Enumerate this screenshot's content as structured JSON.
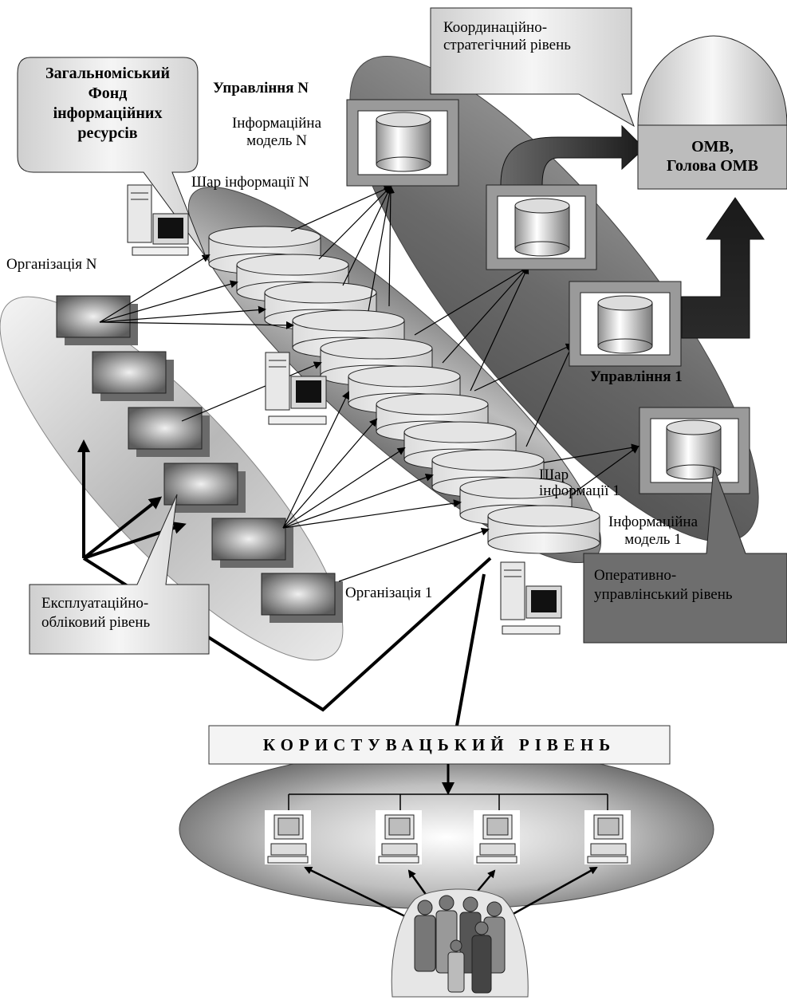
{
  "labels": {
    "general_fund": [
      "Загальноміський",
      "Фонд",
      "інформаційних",
      "ресурсів"
    ],
    "coordination_level": [
      "Координаційно-",
      "стратегічний рівень"
    ],
    "management_n": "Управління N",
    "info_model_n": [
      "Інформаційна",
      "модель N"
    ],
    "info_layer_n": "Шар інформації N",
    "organization_n": "Організація N",
    "omv": [
      "ОМВ,",
      "Голова ОМВ"
    ],
    "management_1": "Управління 1",
    "info_layer_1": [
      "Шар",
      "інформації 1"
    ],
    "info_model_1": [
      "Інформаційна",
      "модель 1"
    ],
    "organization_1": "Організація 1",
    "operational_level": [
      "Оперативно-",
      "управлінський рівень"
    ],
    "exploitation_level": [
      "Експлуатаційно-",
      "обліковий рівень"
    ],
    "user_level": "КОРИСТУВАЦЬКИЙ РІВЕНЬ"
  },
  "icons": [
    "database-cylinder-icon",
    "organization-box-icon",
    "desktop-computer-icon",
    "user-group-icon",
    "information-layer-disk-icon"
  ],
  "colors": {
    "dark": "#3a3a3a",
    "mid": "#8a8a8a",
    "light": "#d9d9d9",
    "callout": "#e6e6e6",
    "dark_callout": "#6e6e6e"
  }
}
